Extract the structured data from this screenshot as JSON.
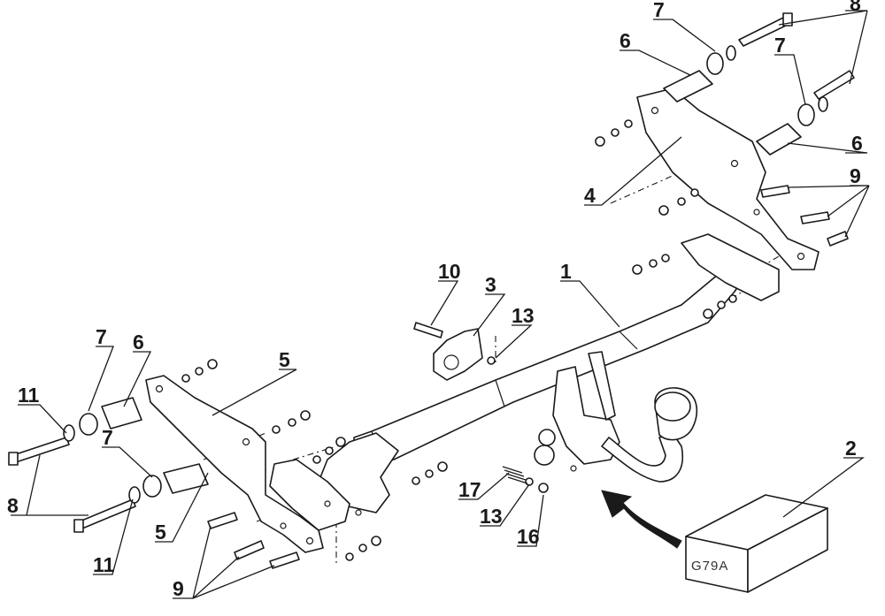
{
  "diagram": {
    "callouts": [
      "1",
      "2",
      "3",
      "4",
      "5",
      "5",
      "6",
      "6",
      "6",
      "7",
      "7",
      "7",
      "7",
      "8",
      "8",
      "9",
      "9",
      "10",
      "11",
      "11",
      "13",
      "13",
      "16",
      "17"
    ],
    "box_label": "G79A"
  },
  "colors": {
    "ink": "#1a1a1a",
    "paper": "#ffffff"
  },
  "icons": [
    "arrow-icon"
  ]
}
